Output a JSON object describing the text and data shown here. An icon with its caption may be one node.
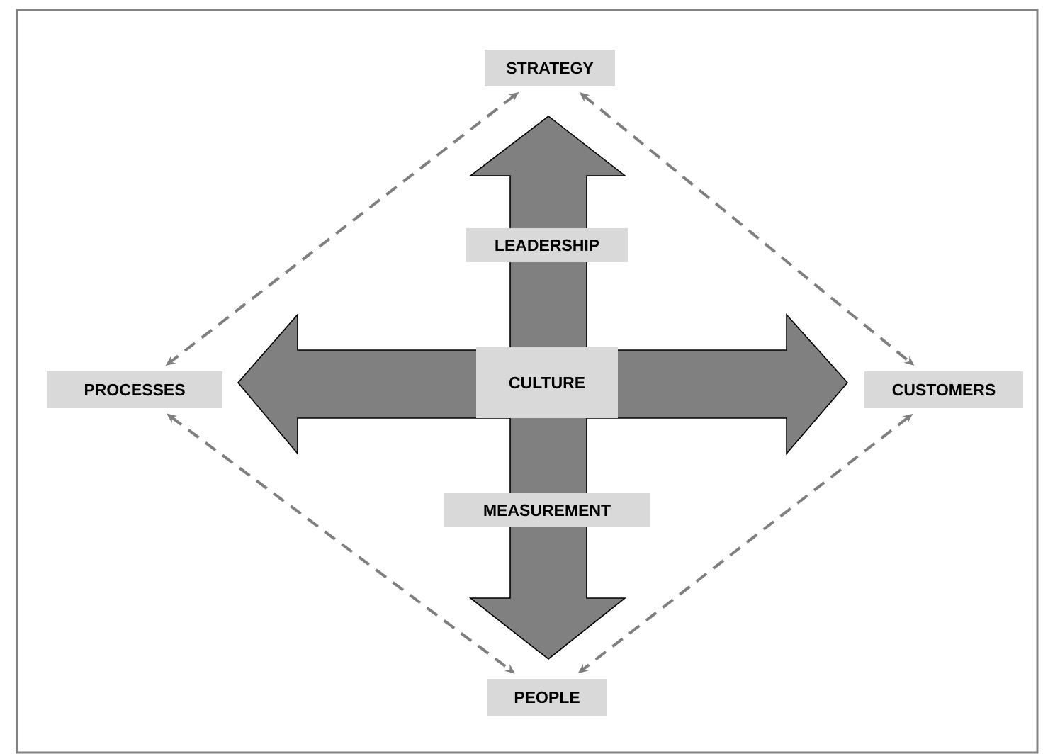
{
  "diagram": {
    "nodes": [
      {
        "text": [
          "STRATEGY"
        ]
      },
      {
        "text": [
          "LEADERSHIP"
        ]
      },
      {
        "text": [
          "PROCESSES"
        ]
      },
      {
        "text": [
          "CULTURE"
        ]
      },
      {
        "text": [
          "CUSTOMERS"
        ]
      },
      {
        "text": [
          "MEASUREMENT"
        ]
      },
      {
        "text": [
          "PEOPLE"
        ]
      }
    ],
    "edges": [
      {
        "from": 0,
        "to": 2,
        "arrow": "both",
        "style": "dashed"
      },
      {
        "from": 0,
        "to": 4,
        "arrow": "both",
        "style": "dashed"
      },
      {
        "from": 2,
        "to": 6,
        "arrow": "both",
        "style": "dashed"
      },
      {
        "from": 4,
        "to": 6,
        "arrow": "both",
        "style": "dashed"
      }
    ]
  }
}
